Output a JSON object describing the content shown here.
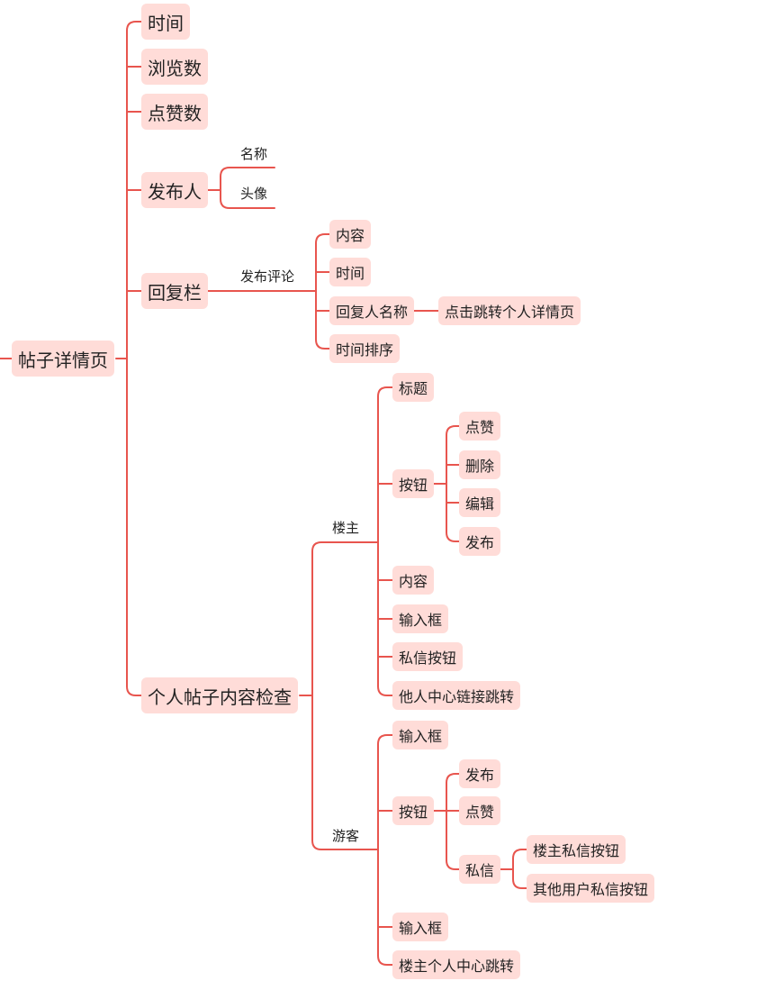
{
  "root": "帖子详情页",
  "branches": {
    "time": "时间",
    "views": "浏览数",
    "likes": "点赞数",
    "publisher": {
      "label": "发布人",
      "name": "名称",
      "avatar": "头像"
    },
    "reply": {
      "label": "回复栏",
      "sub": "发布评论",
      "content": "内容",
      "time": "时间",
      "replier_name": "回复人名称",
      "jump_profile": "点击跳转个人详情页",
      "time_sort": "时间排序"
    },
    "inspect": {
      "label": "个人帖子内容检查",
      "owner": {
        "label": "楼主",
        "title": "标题",
        "buttons": {
          "label": "按钮",
          "like": "点赞",
          "delete": "删除",
          "edit": "编辑",
          "publish": "发布"
        },
        "content": "内容",
        "input": "输入框",
        "dm_button": "私信按钮",
        "profile_link": "他人中心链接跳转"
      },
      "guest": {
        "label": "游客",
        "input": "输入框",
        "buttons": {
          "label": "按钮",
          "publish": "发布",
          "like": "点赞",
          "dm": {
            "label": "私信",
            "owner_dm": "楼主私信按钮",
            "other_dm": "其他用户私信按钮"
          }
        },
        "input2": "输入框",
        "owner_center": "楼主个人中心跳转"
      }
    }
  }
}
